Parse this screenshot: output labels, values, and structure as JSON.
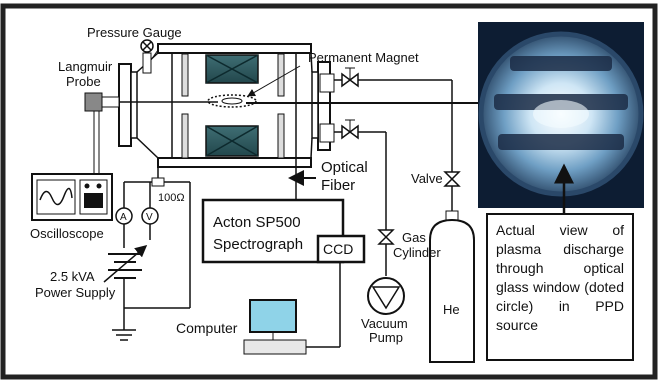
{
  "labels": {
    "pressure_gauge": "Pressure Gauge",
    "permanent_magnet": "Permanent Magnet",
    "langmuir_1": "Langmuir",
    "langmuir_2": "Probe",
    "optical_1": "Optical",
    "optical_2": "Fiber",
    "valve": "Valve",
    "resistor": "100Ω",
    "ammeter": "A",
    "voltmeter": "V",
    "spectrograph_1": "Acton SP500",
    "spectrograph_2": "Spectrograph",
    "ccd": "CCD",
    "gas_1": "Gas",
    "gas_2": "Cylinder",
    "oscilloscope": "Oscilloscope",
    "supply_1": "2.5 kVA",
    "supply_2": "Power Supply",
    "computer": "Computer",
    "vacuum_1": "Vacuum",
    "vacuum_2": "Pump",
    "he": "He"
  },
  "caption": "Actual view of plasma discharge through optical glass window (doted circle) in PPD source"
}
